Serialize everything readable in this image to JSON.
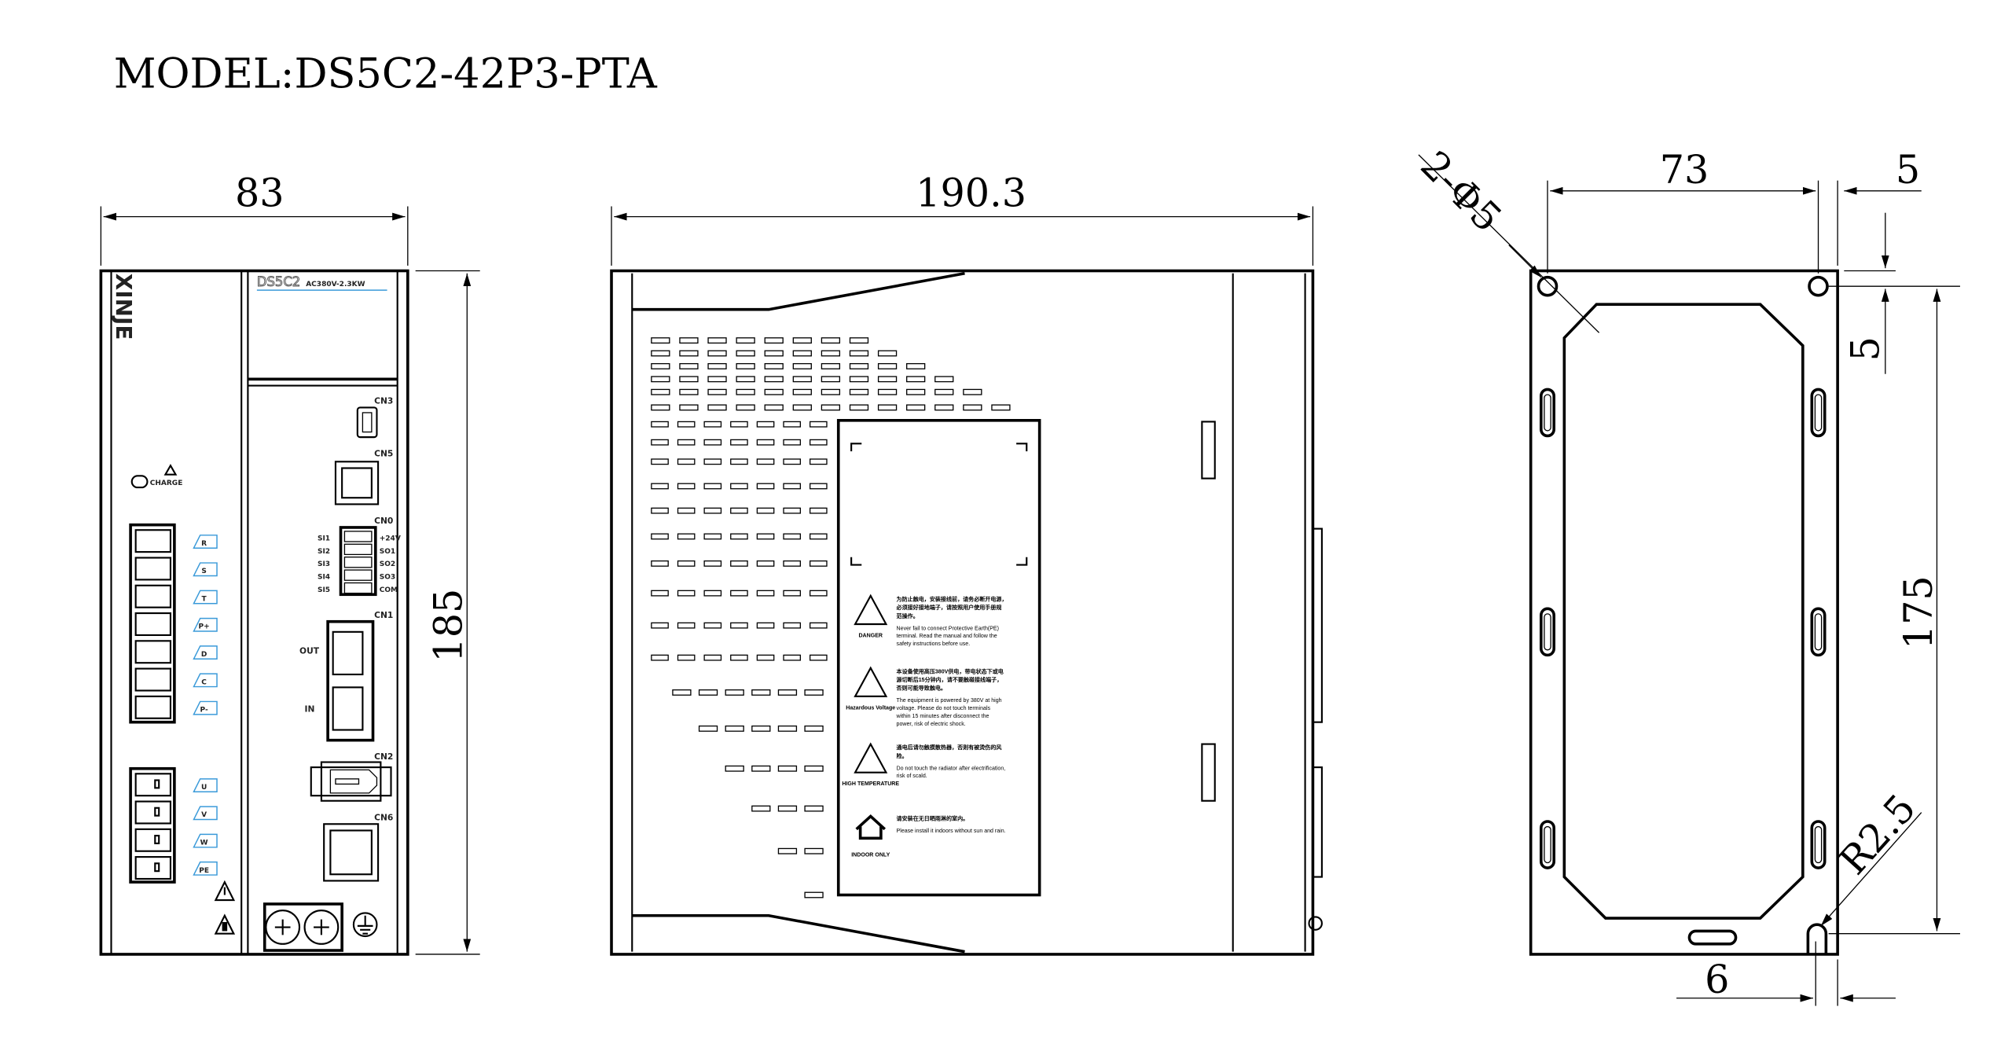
{
  "title": "MODEL:DS5C2-42P3-PTA",
  "dimensions": {
    "front_width": "83",
    "side_depth": "190.3",
    "height": "185",
    "hole_spec": "2-Φ5",
    "hole_spacing": "73",
    "edge_offset_x": "5",
    "edge_offset_y": "5",
    "mount_height": "175",
    "radius": "R2.5",
    "bottom_offset": "6"
  },
  "front_panel": {
    "brand": "XINJE",
    "series": "DS5C2",
    "rating": "AC380V-2.3KW",
    "charge": "CHARGE",
    "ports": {
      "cn3": "CN3",
      "cn5": "CN5",
      "cn0": "CN0",
      "cn1": "CN1",
      "cn2": "CN2",
      "cn6": "CN6",
      "out": "OUT",
      "in": "IN"
    },
    "io_left": [
      "SI1",
      "SI2",
      "SI3",
      "SI4",
      "SI5"
    ],
    "io_right": [
      "+24V",
      "SO1",
      "SO2",
      "SO3",
      "COM"
    ],
    "power_terminals": [
      "R",
      "S",
      "T",
      "P+",
      "D",
      "C",
      "P-"
    ],
    "motor_terminals": [
      "U",
      "V",
      "W",
      "PE"
    ]
  },
  "warning_label": {
    "warnings": [
      {
        "tag": "DANGER",
        "cn": [
          "为防止触电，安装接线前，请务必断开电源，",
          "必须接好接地端子，请按照用户使用手册规",
          "范操作。"
        ],
        "en": [
          "Never fail to connect Protective Earth(PE)",
          "terminal. Read the manual and follow the",
          "safety instructions before use."
        ]
      },
      {
        "tag": "Hazardous Voltage",
        "cn": [
          "本设备使用高压380V供电，带电状态下或电",
          "源切断后15分钟内，请不要触碰接线端子，",
          "否则可能导致触电。"
        ],
        "en": [
          "The equipment is powered by 380V at high",
          "voltage. Please do not touch terminals",
          "within 15 minutes after disconnect the",
          "power, risk of electric shock."
        ]
      },
      {
        "tag": "HIGH TEMPERATURE",
        "cn": [
          "通电后请勿触摸散热器，否则有被烫伤的风",
          "险。"
        ],
        "en": [
          "Do not touch the radiator after electrification,",
          "risk of scald."
        ]
      },
      {
        "tag": "INDOOR ONLY",
        "cn": [
          "请安装在无日晒雨淋的室内。"
        ],
        "en": [
          "Please install it indoors without sun and rain."
        ]
      }
    ]
  }
}
